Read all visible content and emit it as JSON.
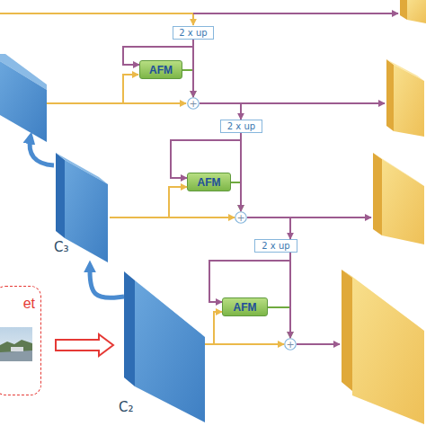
{
  "diagram": {
    "nodes": [
      {
        "text": [
          "2 x up"
        ]
      },
      {
        "text": [
          "AFM"
        ]
      },
      {
        "text": [
          "+"
        ]
      },
      {
        "text": [
          "2 x up"
        ]
      },
      {
        "text": [
          "AFM"
        ]
      },
      {
        "text": [
          "+"
        ]
      },
      {
        "text": [
          "2 x up"
        ]
      },
      {
        "text": [
          "AFM"
        ]
      },
      {
        "text": [
          "+"
        ]
      },
      {
        "text": [
          "C₃"
        ]
      },
      {
        "text": [
          "C₂"
        ]
      },
      {
        "text": [
          "et"
        ]
      }
    ],
    "edges": [
      {
        "from": 1,
        "to": 2,
        "arrow": "to"
      },
      {
        "from": 0,
        "to": 2,
        "arrow": "to"
      },
      {
        "from": 0,
        "to": 1,
        "arrow": "to"
      },
      {
        "from": 2,
        "to": 3,
        "arrow": "to"
      },
      {
        "from": 4,
        "to": 5,
        "arrow": "to"
      },
      {
        "from": 3,
        "to": 5,
        "arrow": "to"
      },
      {
        "from": 3,
        "to": 4,
        "arrow": "to"
      },
      {
        "from": 9,
        "to": 5,
        "arrow": "to"
      },
      {
        "from": 9,
        "to": 4,
        "arrow": "to"
      },
      {
        "from": 5,
        "to": 6,
        "arrow": "to"
      },
      {
        "from": 7,
        "to": 8,
        "arrow": "to"
      },
      {
        "from": 6,
        "to": 8,
        "arrow": "to"
      },
      {
        "from": 6,
        "to": 7,
        "arrow": "to"
      },
      {
        "from": 10,
        "to": 8,
        "arrow": "to"
      },
      {
        "from": 10,
        "to": 7,
        "arrow": "to"
      },
      {
        "from": 11,
        "to": 10,
        "arrow": "to"
      },
      {
        "from": 10,
        "to": 9,
        "arrow": "to"
      }
    ]
  }
}
